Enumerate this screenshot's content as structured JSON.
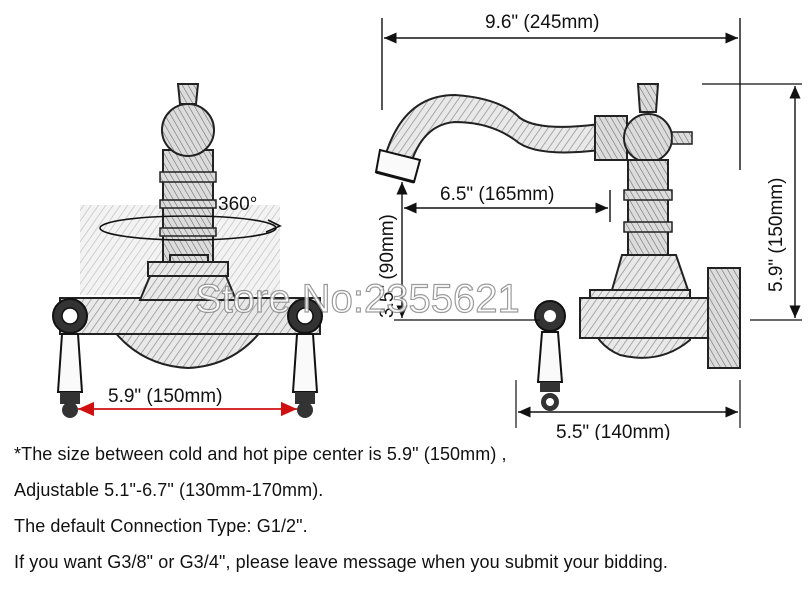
{
  "dimensions": {
    "total_length": "9.6\" (245mm)",
    "spout_reach": "6.5\" (165mm)",
    "total_height": "5.9\" (150mm)",
    "spout_height": "3.5\" (90mm)",
    "depth": "5.5\" (140mm)",
    "pipe_center_distance": "5.9\" (150mm)",
    "rotation": "360°"
  },
  "watermark": "Store No:2355621",
  "notes": [
    "*The size between cold and hot pipe center is 5.9\" (150mm) ,",
    "Adjustable 5.1\"-6.7\" (130mm-170mm).",
    "The default Connection Type: G1/2\".",
    "If you want G3/8\" or G3/4\", please leave message when you submit your bidding."
  ],
  "colors": {
    "line": "#111111",
    "arrow_red": "#d01010",
    "sketch_shade": "#9a9a9a"
  }
}
